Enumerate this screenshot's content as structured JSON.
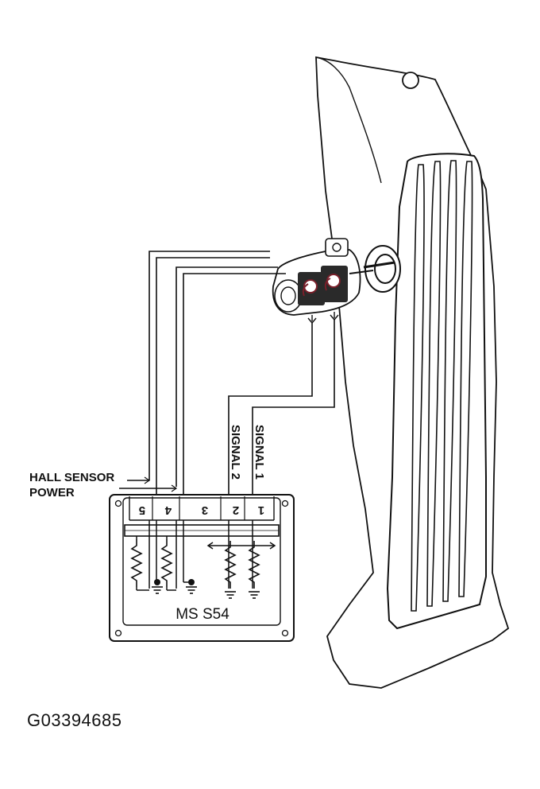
{
  "diagram": {
    "labels": {
      "hall_sensor": "HALL SENSOR",
      "power": "POWER",
      "signal_1": "SIGNAL 1",
      "signal_2": "SIGNAL 2",
      "module_name": "MS S54"
    },
    "pins": [
      "5",
      "4",
      "3",
      "2",
      "1"
    ],
    "figure_code": "G03394685"
  },
  "colors": {
    "line": "#111111",
    "sensor_accent": "#7a1f2a",
    "sensor_dark": "#2a2a2a"
  }
}
